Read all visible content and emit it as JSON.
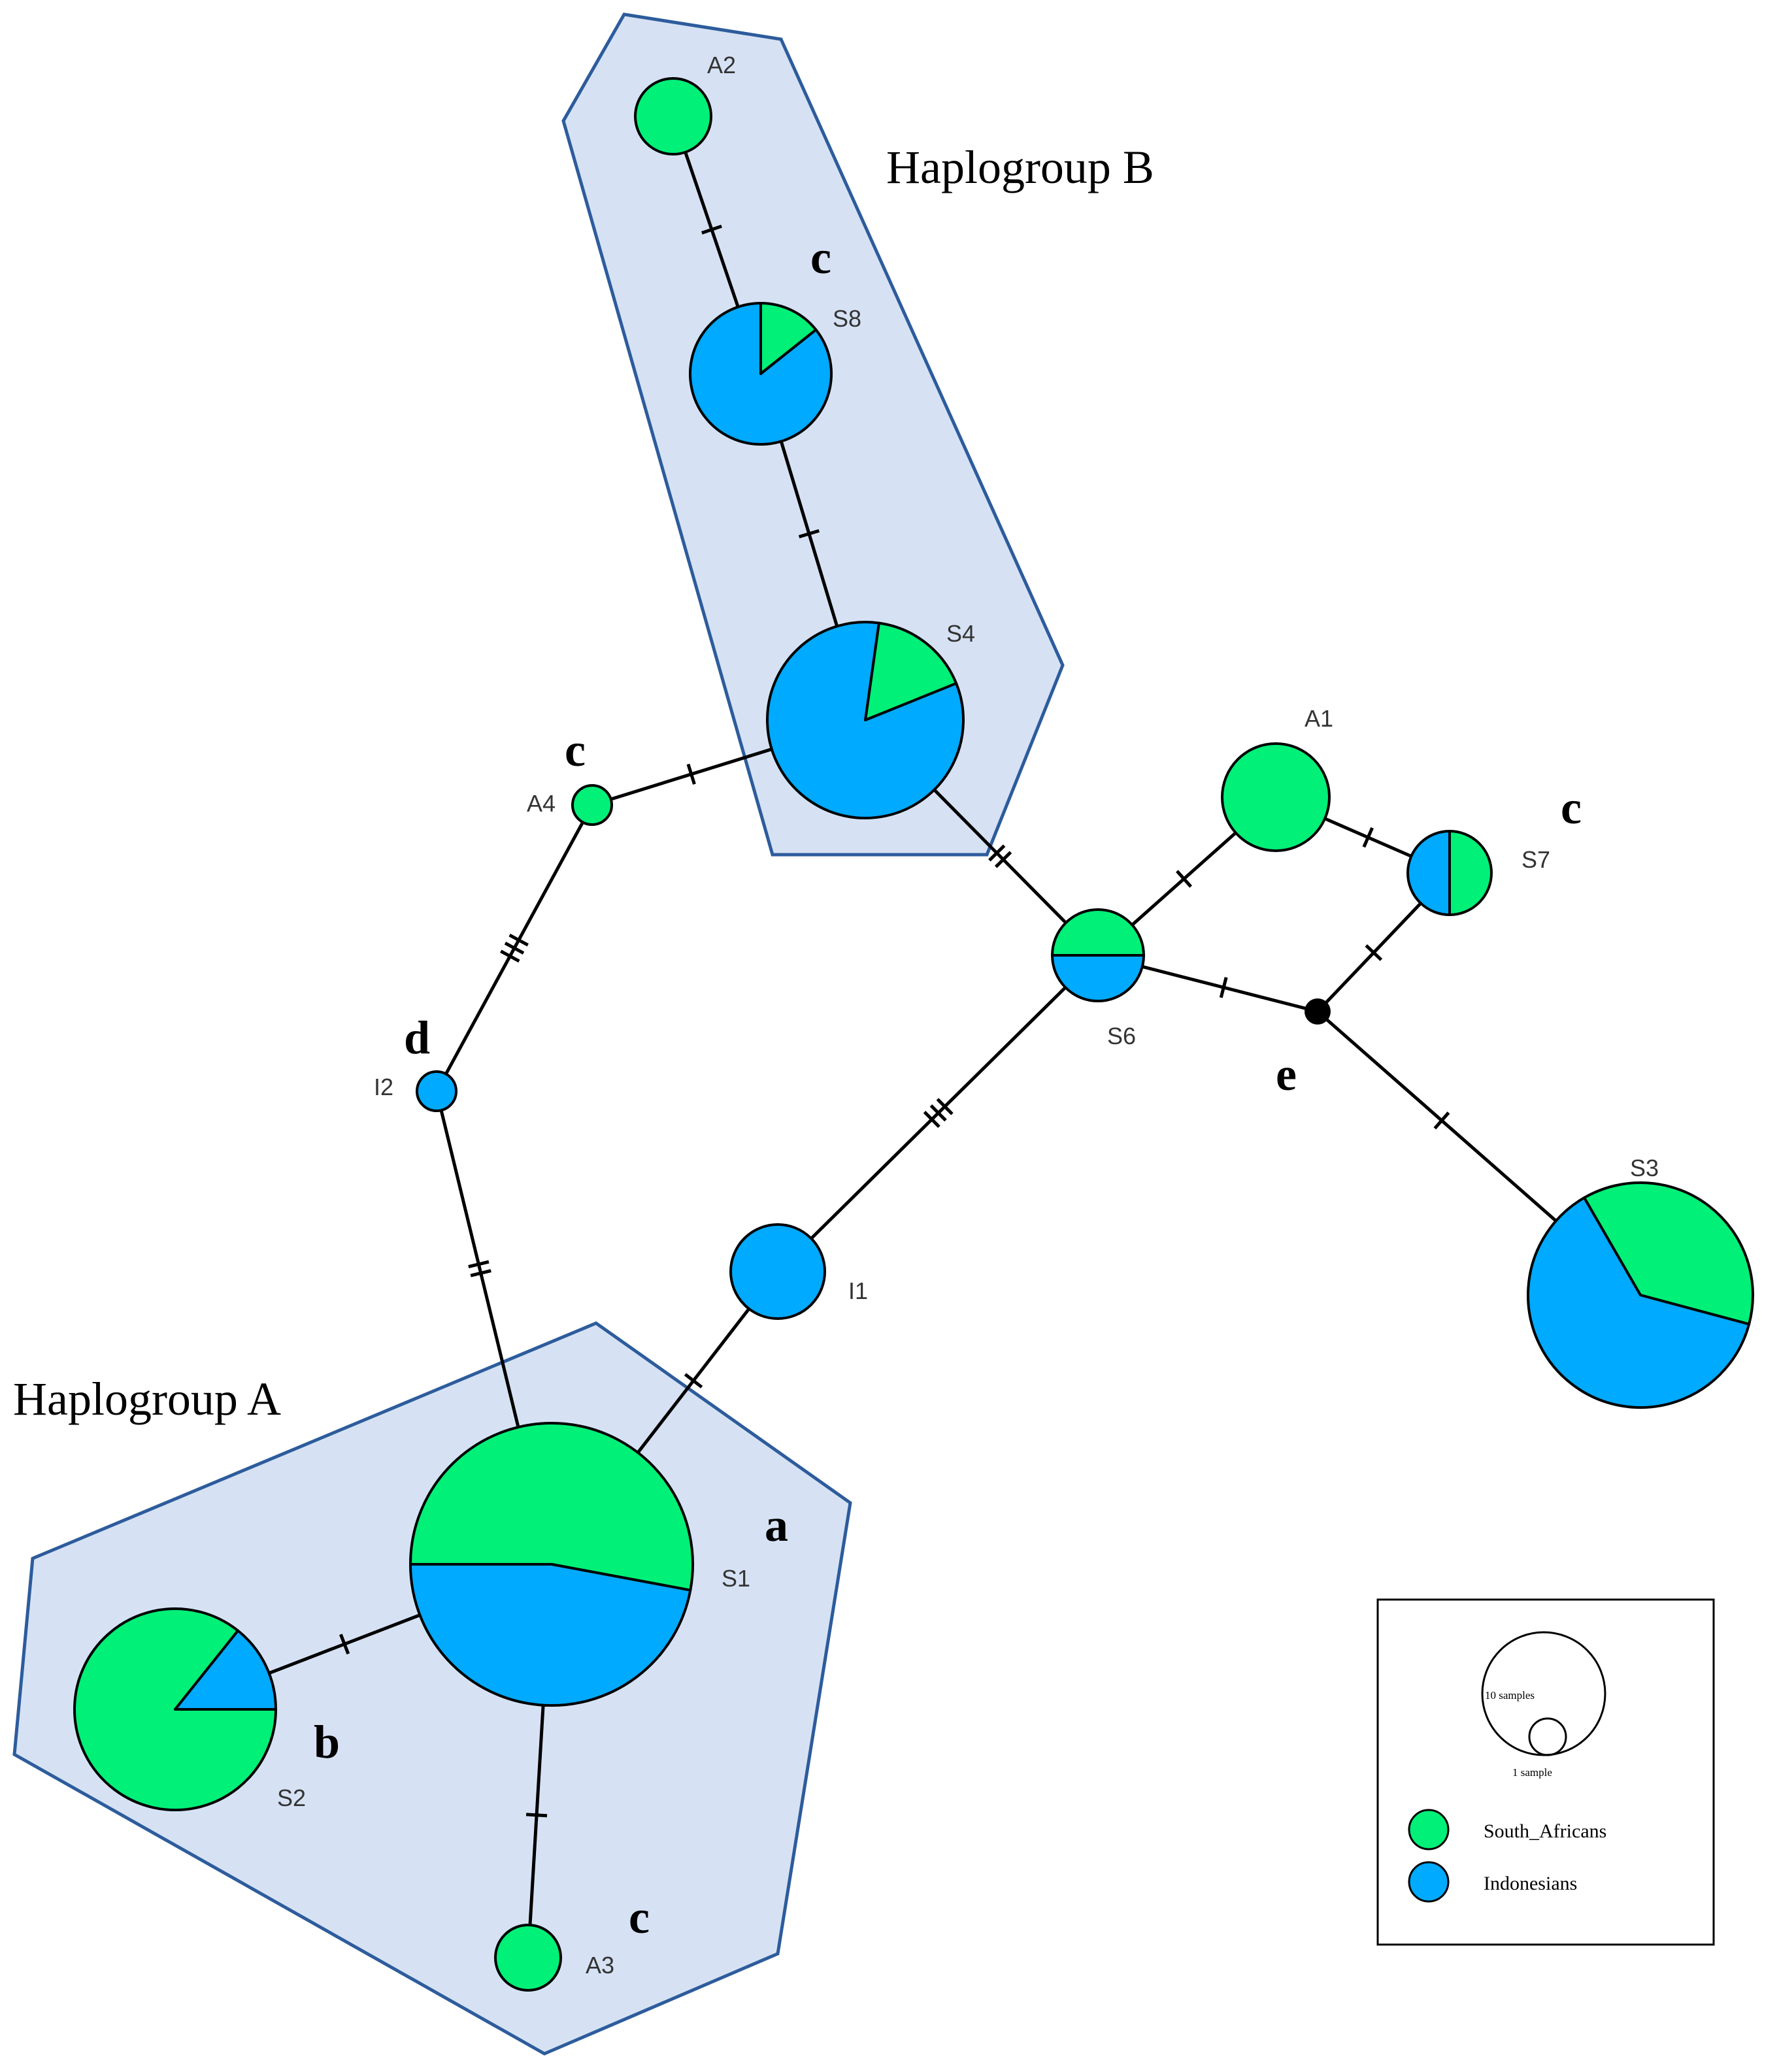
{
  "colors": {
    "south_africans": "#00F078",
    "indonesians": "#00AAFF",
    "group_fill": "#D6E2F4",
    "group_stroke": "#2D5C9C",
    "stroke": "#000000"
  },
  "groups": [
    {
      "id": "hapB",
      "label": "Haplogroup B"
    },
    {
      "id": "hapA",
      "label": "Haplogroup A"
    }
  ],
  "haplotypes": [
    {
      "id": "A2",
      "label": "A2",
      "sa": 1,
      "ind": 0
    },
    {
      "id": "S8",
      "label": "S8",
      "sa": 1,
      "ind": 6
    },
    {
      "id": "S4",
      "label": "S4",
      "sa": 1,
      "ind": 5
    },
    {
      "id": "A4",
      "label": "A4",
      "sa": 1,
      "ind": 0
    },
    {
      "id": "I2",
      "label": "I2",
      "sa": 0,
      "ind": 1
    },
    {
      "id": "A1",
      "label": "A1",
      "sa": 1,
      "ind": 0
    },
    {
      "id": "S7",
      "label": "S7",
      "sa": 1,
      "ind": 1
    },
    {
      "id": "S6",
      "label": "S6",
      "sa": 1,
      "ind": 1
    },
    {
      "id": "I1",
      "label": "I1",
      "sa": 0,
      "ind": 1
    },
    {
      "id": "S3",
      "label": "S3",
      "sa": 3,
      "ind": 5
    },
    {
      "id": "S1",
      "label": "S1",
      "sa": 9,
      "ind": 8
    },
    {
      "id": "S2",
      "label": "S2",
      "sa": 6,
      "ind": 1
    },
    {
      "id": "A3",
      "label": "A3",
      "sa": 1,
      "ind": 0
    }
  ],
  "median_vectors": [
    {
      "id": "e_node"
    }
  ],
  "edges": [
    {
      "from": "A2",
      "to": "S8",
      "mutations": 1
    },
    {
      "from": "S8",
      "to": "S4",
      "mutations": 1
    },
    {
      "from": "A4",
      "to": "S4",
      "mutations": 1
    },
    {
      "from": "S4",
      "to": "S6",
      "mutations": 2
    },
    {
      "from": "A4",
      "to": "I2",
      "mutations": 3
    },
    {
      "from": "I2",
      "to": "S1",
      "mutations": 2
    },
    {
      "from": "S6",
      "to": "A1",
      "mutations": 1
    },
    {
      "from": "A1",
      "to": "S7",
      "mutations": 1
    },
    {
      "from": "S7",
      "to": "e_node",
      "mutations": 1
    },
    {
      "from": "S6",
      "to": "e_node",
      "mutations": 1
    },
    {
      "from": "e_node",
      "to": "S3",
      "mutations": 1
    },
    {
      "from": "S6",
      "to": "I1",
      "mutations": 3
    },
    {
      "from": "I1",
      "to": "S1",
      "mutations": 1
    },
    {
      "from": "S1",
      "to": "S2",
      "mutations": 1
    },
    {
      "from": "S1",
      "to": "A3",
      "mutations": 1
    }
  ],
  "annotations": [
    {
      "id": "c_S8",
      "text": "c"
    },
    {
      "id": "c_A4",
      "text": "c"
    },
    {
      "id": "c_S7",
      "text": "c"
    },
    {
      "id": "d_I2",
      "text": "d"
    },
    {
      "id": "e_median",
      "text": "e"
    },
    {
      "id": "a_S1",
      "text": "a"
    },
    {
      "id": "b_S2",
      "text": "b"
    },
    {
      "id": "c_A3",
      "text": "c"
    }
  ],
  "legend": {
    "size_large_label": "10 samples",
    "size_small_label": "1 sample",
    "entries": [
      {
        "label": "South_Africans",
        "color_key": "south_africans"
      },
      {
        "label": "Indonesians",
        "color_key": "indonesians"
      }
    ]
  }
}
